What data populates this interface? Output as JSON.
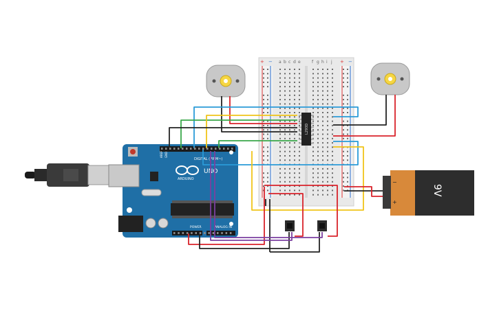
{
  "arduino": {
    "brand": "ARDUINO",
    "model": "UNO",
    "digital_label": "DIGITAL (PWM~)",
    "power_label": "POWER",
    "analog_label": "ANALOG IN",
    "ref_label": "AREF",
    "gnd_label": "GND",
    "board_color": "#1f6fa6"
  },
  "breadboard": {
    "columns_left": [
      "a",
      "b",
      "c",
      "d",
      "e"
    ],
    "columns_right": [
      "f",
      "g",
      "h",
      "i",
      "j"
    ],
    "plus": "+",
    "minus": "−"
  },
  "ic": {
    "label": "L293D",
    "color": "#222222"
  },
  "battery": {
    "label": "9V",
    "plus": "+",
    "minus": "−",
    "color": "#d8893a"
  },
  "motors": [
    {
      "id": "motor-left"
    },
    {
      "id": "motor-right"
    }
  ],
  "sensors": [
    {
      "id": "ir-sensor-left"
    },
    {
      "id": "ir-sensor-right"
    }
  ],
  "wire_colors": {
    "red": "#d9222a",
    "black": "#222222",
    "blue": "#2a9bd8",
    "yellow": "#f0c419",
    "green": "#3aa84a",
    "purple": "#7b3fa0"
  }
}
